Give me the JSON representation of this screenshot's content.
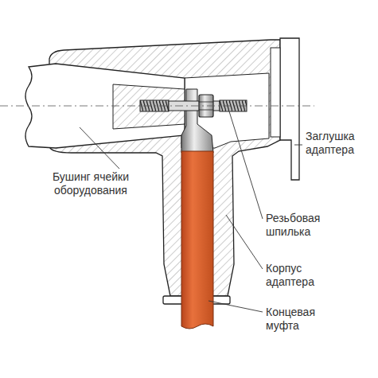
{
  "diagram": {
    "labels": [
      "Бушинг ячейки оборудования",
      "Заглушка адаптера",
      "Резьбовая шпилька",
      "Корпус адаптера",
      "Концевая муфта"
    ]
  }
}
